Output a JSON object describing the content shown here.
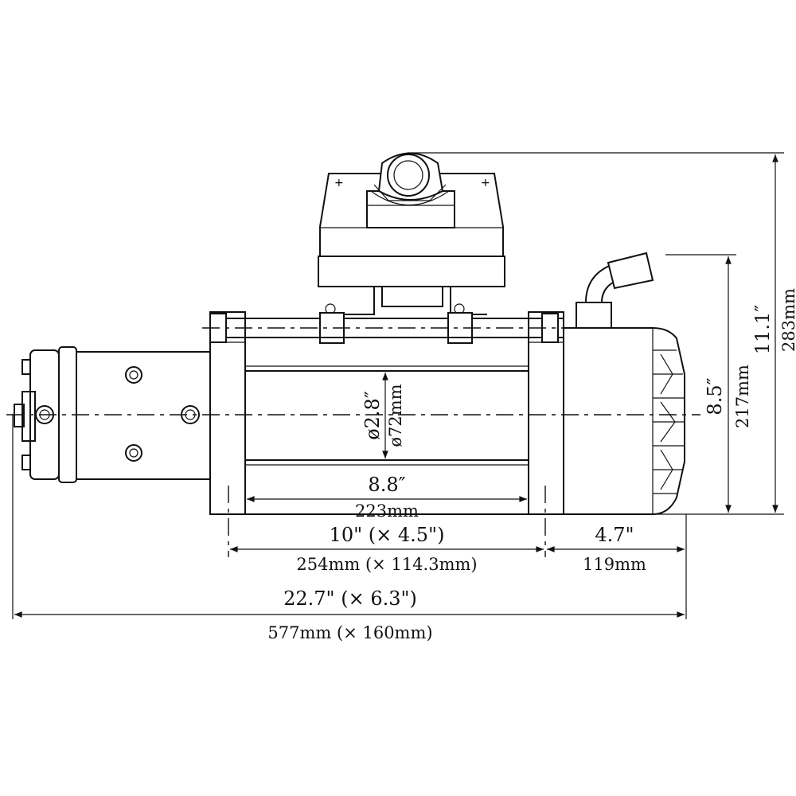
{
  "dimensions": {
    "drum_length_in": "8.8″",
    "drum_length_mm": "223mm",
    "drum_diameter_in": "ø2.8″",
    "drum_diameter_mm": "ø72mm",
    "mount_length_in": "10\" (× 4.5\")",
    "mount_length_mm": "254mm (× 114.3mm)",
    "motor_length_in": "4.7\"",
    "motor_length_mm": "119mm",
    "overall_length_in": "22.7\" (× 6.3\")",
    "overall_length_mm": "577mm (× 160mm)",
    "motor_height_in": "8.5″",
    "motor_height_mm": "217mm",
    "overall_height_in": "11.1″",
    "overall_height_mm": "283mm"
  }
}
